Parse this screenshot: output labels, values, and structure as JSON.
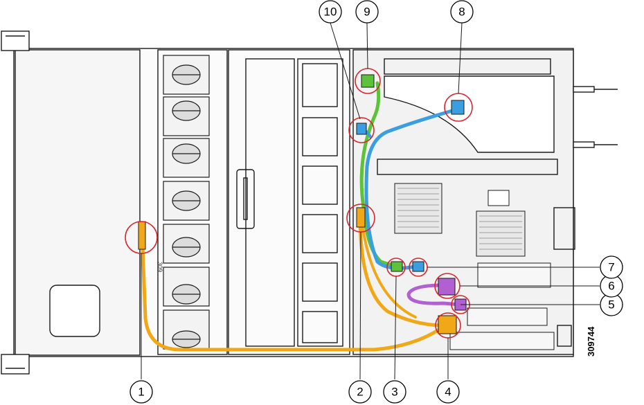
{
  "figure_id": "309744",
  "chassis_side_label": "309",
  "callouts": [
    {
      "num": "1"
    },
    {
      "num": "2"
    },
    {
      "num": "3"
    },
    {
      "num": "4"
    },
    {
      "num": "5"
    },
    {
      "num": "6"
    },
    {
      "num": "7"
    },
    {
      "num": "8"
    },
    {
      "num": "9"
    },
    {
      "num": "10"
    }
  ],
  "colors": {
    "orange_cable": "#f0a818",
    "green_cable": "#5cc23a",
    "blue_cable": "#3a9ee0",
    "purple_cable": "#b060d0",
    "callout_circle": "#d9242b",
    "outline": "#1a1a1a",
    "board": "#f2f2f2"
  },
  "icons": [
    "fan-icon",
    "heatsink-icon",
    "connector-icon",
    "handle-icon"
  ]
}
